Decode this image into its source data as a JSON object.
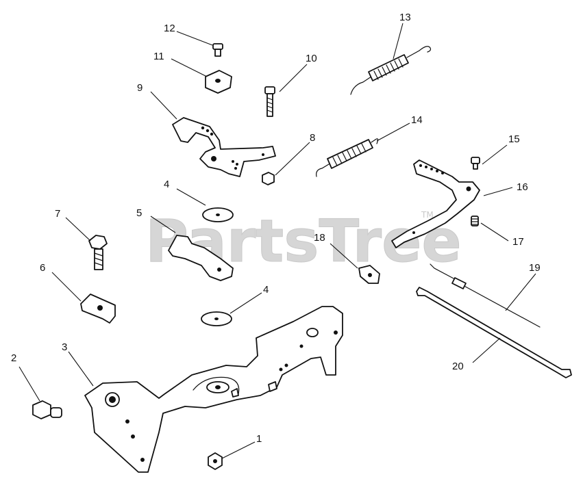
{
  "watermark": {
    "text": "PartsTree",
    "tm": "TM"
  },
  "callouts": {
    "c1": "1",
    "c2": "2",
    "c3": "3",
    "c4a": "4",
    "c4b": "4",
    "c5": "5",
    "c6": "6",
    "c7": "7",
    "c8": "8",
    "c9": "9",
    "c10": "10",
    "c11": "11",
    "c12": "12",
    "c13": "13",
    "c14": "14",
    "c15": "15",
    "c16": "16",
    "c17": "17",
    "c18": "18",
    "c19": "19",
    "c20": "20"
  }
}
